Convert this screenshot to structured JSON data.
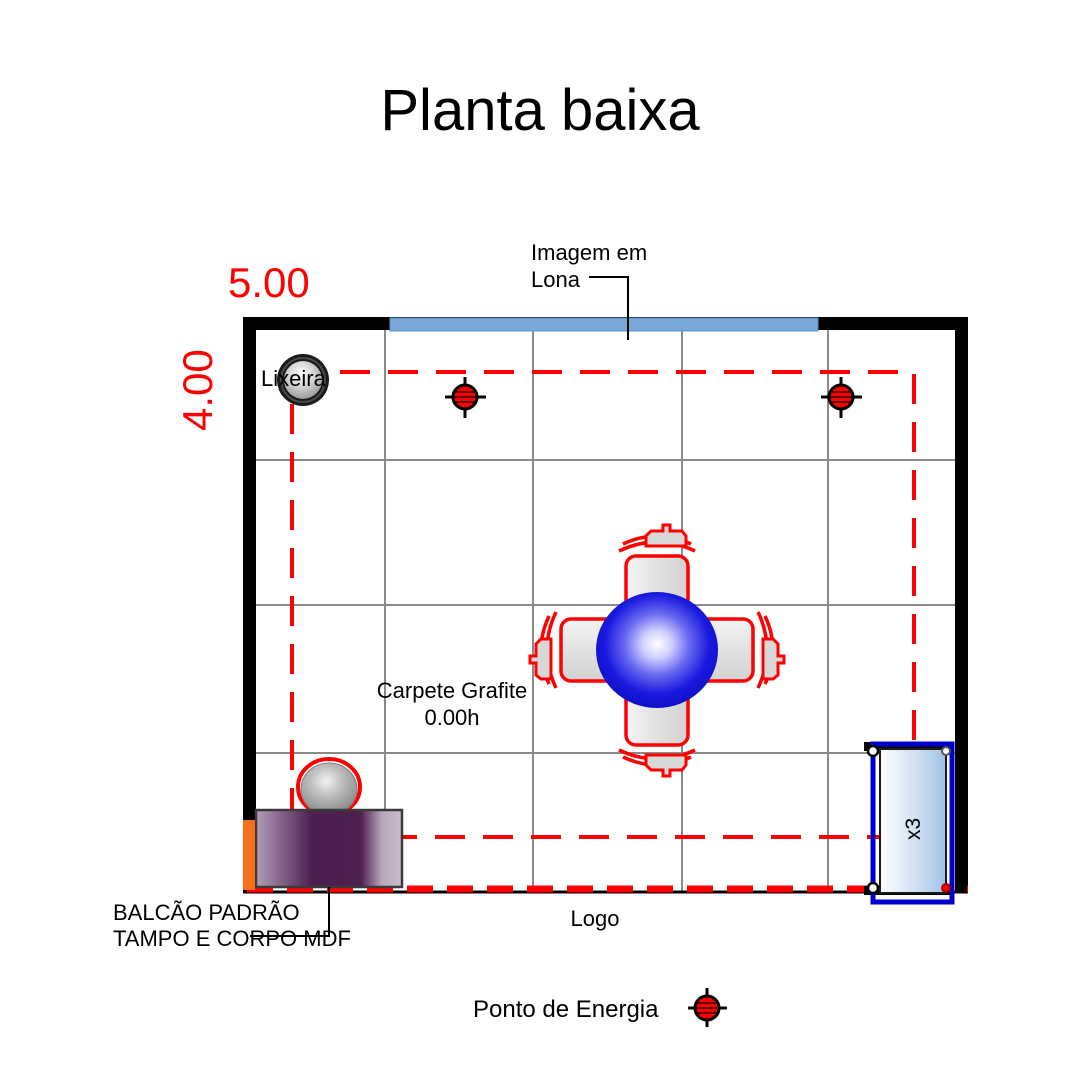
{
  "page": {
    "title": "Planta baixa",
    "background_color": "#ffffff"
  },
  "dimensions": {
    "width_label": "5.00",
    "height_label": "4.00",
    "color": "#ff0000"
  },
  "annotations": {
    "banner_line1": "Imagem em",
    "banner_line2": "Lona",
    "trash": "Lixeira",
    "carpet_line1": "Carpete Grafite",
    "carpet_line2": "0.00h",
    "counter_line1": "BALCÃO PADRÃO",
    "counter_line2": "TAMPO E CORPO MDF",
    "logo": "Logo",
    "panel_qty": "x3"
  },
  "legend": {
    "power_label": "Ponto de Energia",
    "power_symbol_color": "#ff0000"
  },
  "colors": {
    "wall": "#000000",
    "grid_line": "#808080",
    "dashed_red": "#ff0000",
    "banner_blue": "#79a8d8",
    "counter_purple_dark": "#4b2050",
    "counter_purple_light": "#b39cb8",
    "orange_strip": "#f4701c",
    "panel_blue_border": "#0000cd",
    "panel_fill_light": "#ffffff",
    "panel_fill_blue": "#a9c9e8",
    "sphere_blue": "#1414e6",
    "sphere_core": "#ffffff",
    "chair_outline": "#ff0000",
    "chair_fill": "#e4e4e4"
  },
  "chart_data": {
    "type": "table",
    "title": "Planta baixa",
    "room": {
      "width_m": 5.0,
      "depth_m": 4.0
    },
    "items": [
      {
        "name": "Imagem em Lona",
        "type": "banner",
        "wall": "top"
      },
      {
        "name": "Lixeira",
        "type": "trash-bin",
        "position": "top-left"
      },
      {
        "name": "Carpete Grafite 0.00h",
        "type": "floor-finish"
      },
      {
        "name": "Mesa redonda com 4 cadeiras",
        "type": "furniture",
        "position": "center"
      },
      {
        "name": "BALCÃO PADRÃO TAMPO E CORPO MDF",
        "type": "counter",
        "position": "bottom-left"
      },
      {
        "name": "Logo",
        "type": "label",
        "position": "bottom"
      },
      {
        "name": "Painel x3",
        "type": "panel",
        "position": "right"
      },
      {
        "name": "Ponto de Energia",
        "type": "power-point",
        "count": 2
      }
    ]
  }
}
